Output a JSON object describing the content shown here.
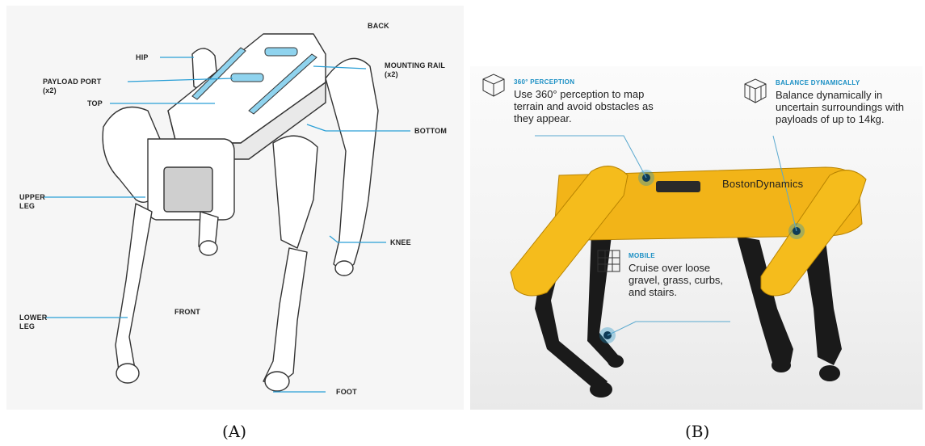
{
  "panel_a": {
    "caption": "(A)",
    "labels": {
      "back": "BACK",
      "hip": "HIP",
      "payload_port": "PAYLOAD PORT\n(x2)",
      "top": "TOP",
      "mounting_rail": "MOUNTING RAIL\n(x2)",
      "bottom": "BOTTOM",
      "upper_leg": "UPPER\nLEG",
      "knee": "KNEE",
      "lower_leg": "LOWER\nLEG",
      "front": "FRONT",
      "foot": "FOOT"
    },
    "colors": {
      "leader": "#2a9fd6",
      "rail": "#8fd3ee"
    }
  },
  "panel_b": {
    "caption": "(B)",
    "brand": "BostonDynamics",
    "features": {
      "perception": {
        "title": "360° PERCEPTION",
        "text": "Use 360° perception to map terrain and avoid obstacles as they appear."
      },
      "balance": {
        "title": "BALANCE DYNAMICALLY",
        "text": "Balance dynamically in uncertain surroundings with payloads of up to 14kg."
      },
      "mobile": {
        "title": "MOBILE",
        "text": "Cruise over loose gravel, grass, curbs, and stairs."
      }
    },
    "colors": {
      "body": "#f2b418",
      "accent": "#1a8fc4",
      "leg": "#1a1a1a"
    }
  }
}
